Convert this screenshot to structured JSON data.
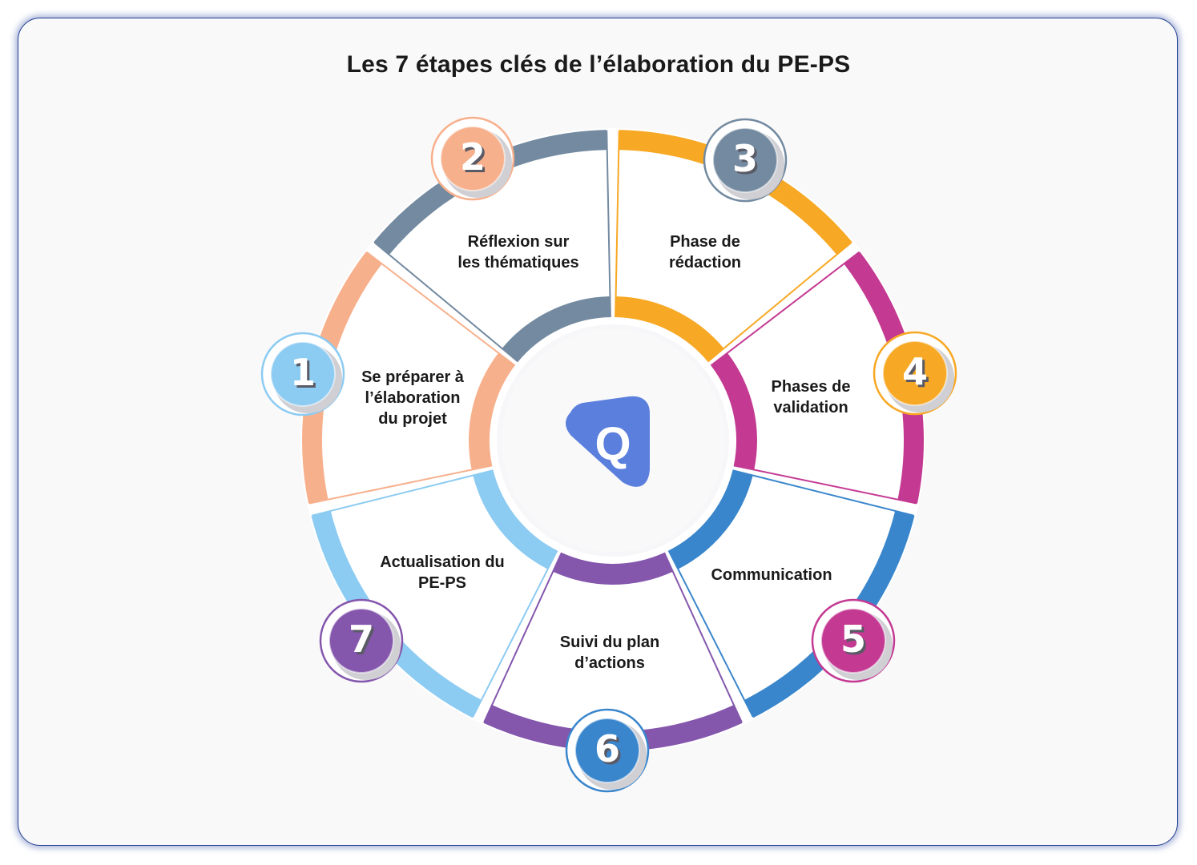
{
  "title": "Les 7 étapes clés de l’élaboration du PE-PS",
  "center_logo": {
    "name": "q-logo-icon",
    "letter": "Q",
    "color": "#5b7fdc"
  },
  "steps": [
    {
      "number": "1",
      "label": "Se préparer à\nl’élaboration\ndu projet",
      "color": "#8ccbf2"
    },
    {
      "number": "2",
      "label": "Réflexion sur\nles thématiques",
      "color": "#f7b08c"
    },
    {
      "number": "3",
      "label": "Phase de\nrédaction",
      "color": "#738aa0"
    },
    {
      "number": "4",
      "label": "Phases de\nvalidation",
      "color": "#f7a824"
    },
    {
      "number": "5",
      "label": "Communication",
      "color": "#c43a93"
    },
    {
      "number": "6",
      "label": "Suivi du plan\nd’actions",
      "color": "#3a86cc"
    },
    {
      "number": "7",
      "label": "Actualisation du\nPE-PS",
      "color": "#8457ad"
    }
  ]
}
